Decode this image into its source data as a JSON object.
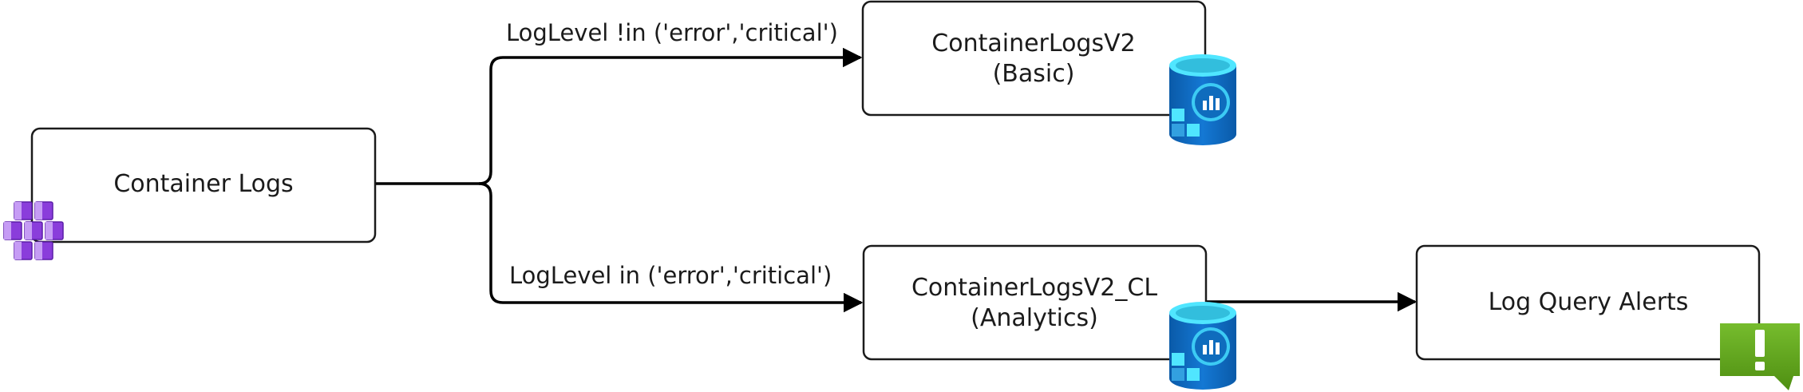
{
  "diagram": {
    "source": {
      "label": "Container Logs"
    },
    "edges": {
      "to_basic": "LogLevel !in ('error','critical')",
      "to_analytics": "LogLevel in ('error','critical')"
    },
    "basic_table": {
      "line1": "ContainerLogsV2",
      "line2": "(Basic)"
    },
    "analytics_table": {
      "line1": "ContainerLogsV2_CL",
      "line2": "(Analytics)"
    },
    "alerts": {
      "label": "Log Query Alerts"
    }
  },
  "icons": {
    "source": "kubernetes-cluster-icon",
    "basic_table": "log-analytics-database-icon",
    "analytics_table": "log-analytics-database-icon",
    "alerts": "alert-icon"
  },
  "colors": {
    "line": "#000000",
    "box_border": "#1b1b1b",
    "aks_purple": "#8a3ddb",
    "db_blue": "#0f6cbd",
    "db_cyan": "#50e6ff",
    "alert_green": "#5ea70a"
  }
}
